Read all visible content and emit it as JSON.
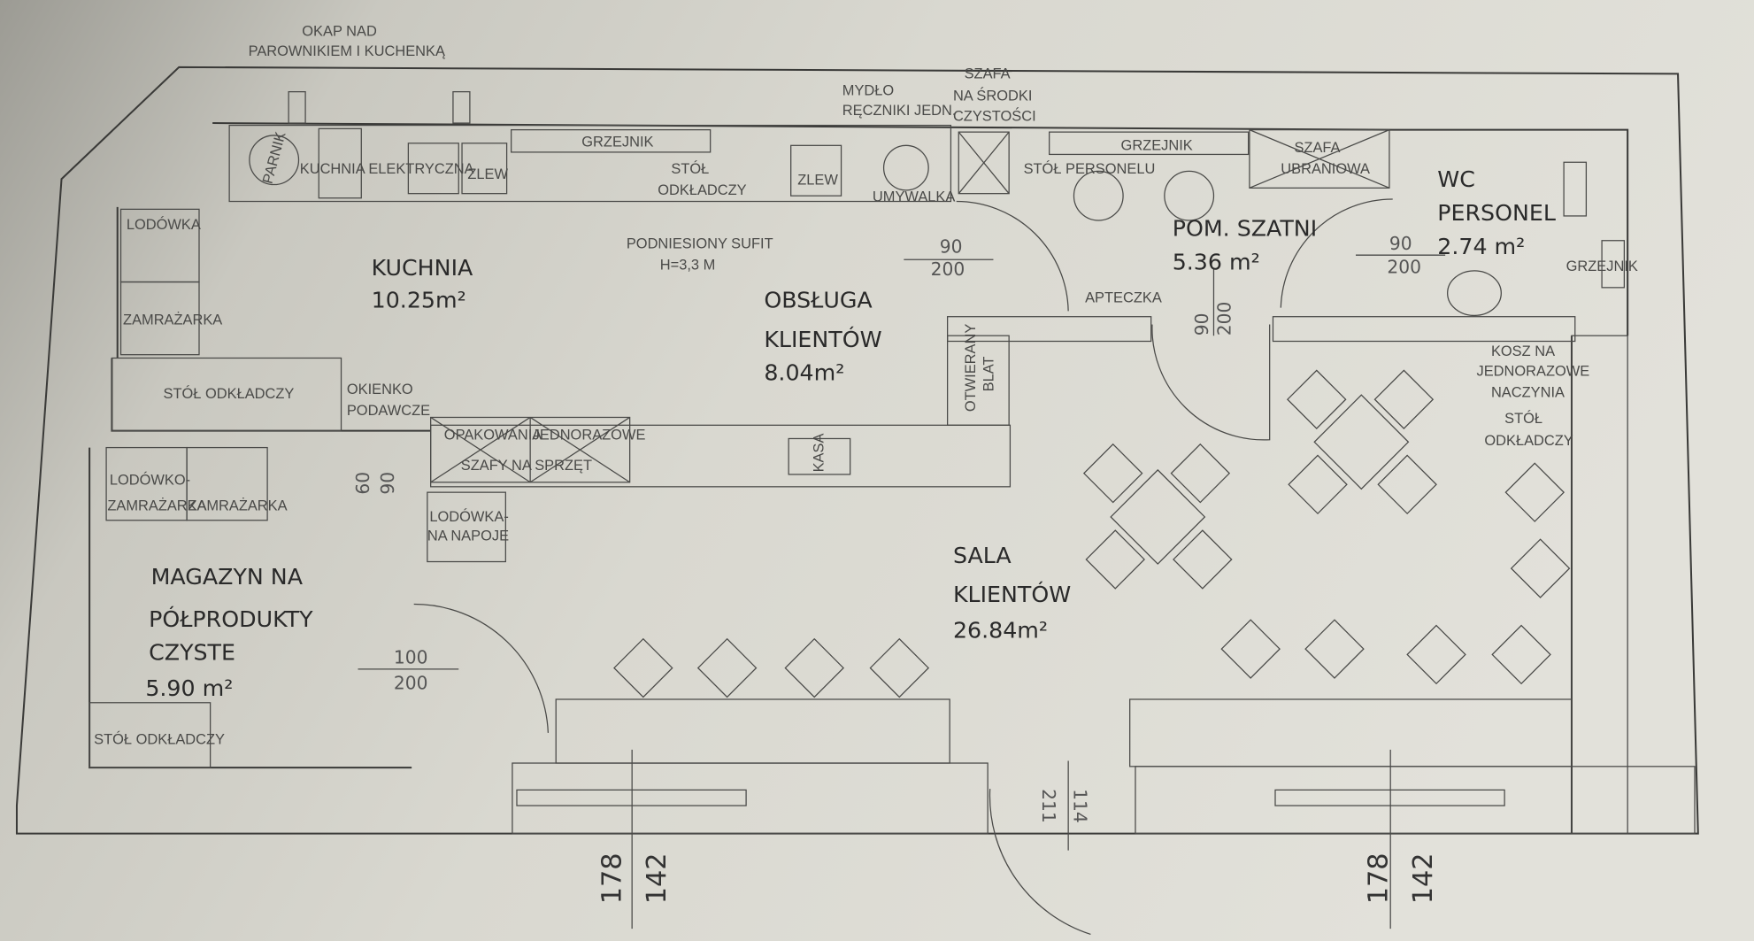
{
  "rooms": {
    "kuchnia": {
      "name": "KUCHNIA",
      "area": "10.25m²"
    },
    "obsluga": {
      "name1": "OBSŁUGA",
      "name2": "KLIENTÓW",
      "area": "8.04m²"
    },
    "szatnia": {
      "name": "POM. SZATNI",
      "area": "5.36 m²"
    },
    "wc": {
      "name1": "WC",
      "name2": "PERSONEL",
      "area": "2.74 m²"
    },
    "sala": {
      "name1": "SALA",
      "name2": "KLIENTÓW",
      "area": "26.84m²"
    },
    "magazyn": {
      "name1": "MAGAZYN NA",
      "name2": "PÓŁPRODUKTY",
      "name3": "CZYSTE",
      "area": "5.90 m²"
    }
  },
  "labels": {
    "okap1": "OKAP NAD",
    "okap2": "PAROWNIKIEM I KUCHENKĄ",
    "parnik": "PARNIK",
    "kuchnia_el": "KUCHNIA ELEKTRYCZNA",
    "zlew1": "ZLEW",
    "zlew2": "ZLEW",
    "grzejnik1": "GRZEJNIK",
    "grzejnik2": "GRZEJNIK",
    "grzejnik3": "GRZEJNIK",
    "stol_odk1a": "STÓŁ",
    "stol_odk1b": "ODKŁADCZY",
    "mydlo1": "MYDŁO",
    "mydlo2": "RĘCZNIKI JEDN.",
    "umywalka": "UMYWALKA",
    "szafa1": "SZAFA",
    "szafa2": "NA ŚRODKI",
    "szafa3": "CZYSTOŚCI",
    "stol_personelu": "STÓŁ PERSONELU",
    "szafa_ubr1": "SZAFA",
    "szafa_ubr2": "UBRANIOWA",
    "lodowka": "LODÓWKA",
    "zamrazarka": "ZAMRAŻARKA",
    "podniesiony1": "PODNIESIONY SUFIT",
    "podniesiony2": "H=3,3 M",
    "stol_odk2": "STÓŁ ODKŁADCZY",
    "okienko1": "OKIENKO",
    "okienko2": "PODAWCZE",
    "opak1": "OPAKOWANIA",
    "opak2": "SZAFY NA",
    "jedn1": "JEDNORAZOWE",
    "jedn2": "SPRZĘT",
    "kasa": "KASA",
    "otwierany1": "OTWIERANY",
    "otwierany2": "BLAT",
    "apteczka": "APTECZKA",
    "lodowko1": "LODÓWKO-",
    "lodowko2": "ZAMRAŻARKA",
    "zamrazarka2": "ZAMRAŻARKA",
    "lodowka_nap1": "LODÓWKA-",
    "lodowka_nap2": "NA NAPOJE",
    "stol_odk3": "STÓŁ ODKŁADCZY",
    "kosz1": "KOSZ NA",
    "kosz2": "JEDNORAZOWE",
    "kosz3": "NACZYNIA",
    "kosz4": "STÓŁ",
    "kosz5": "ODKŁADCZY"
  },
  "dims": {
    "d1_top": "90",
    "d1_bot": "200",
    "d2_top": "90",
    "d2_bot": "200",
    "d3_top": "90",
    "d3_bot": "200",
    "d4_top": "60",
    "d4_bot": "90",
    "d5_top": "100",
    "d5_bot": "200",
    "d6_top": "114",
    "d6_bot": "211",
    "w1_top": "178",
    "w1_bot": "142",
    "w2_top": "178",
    "w2_bot": "142"
  }
}
